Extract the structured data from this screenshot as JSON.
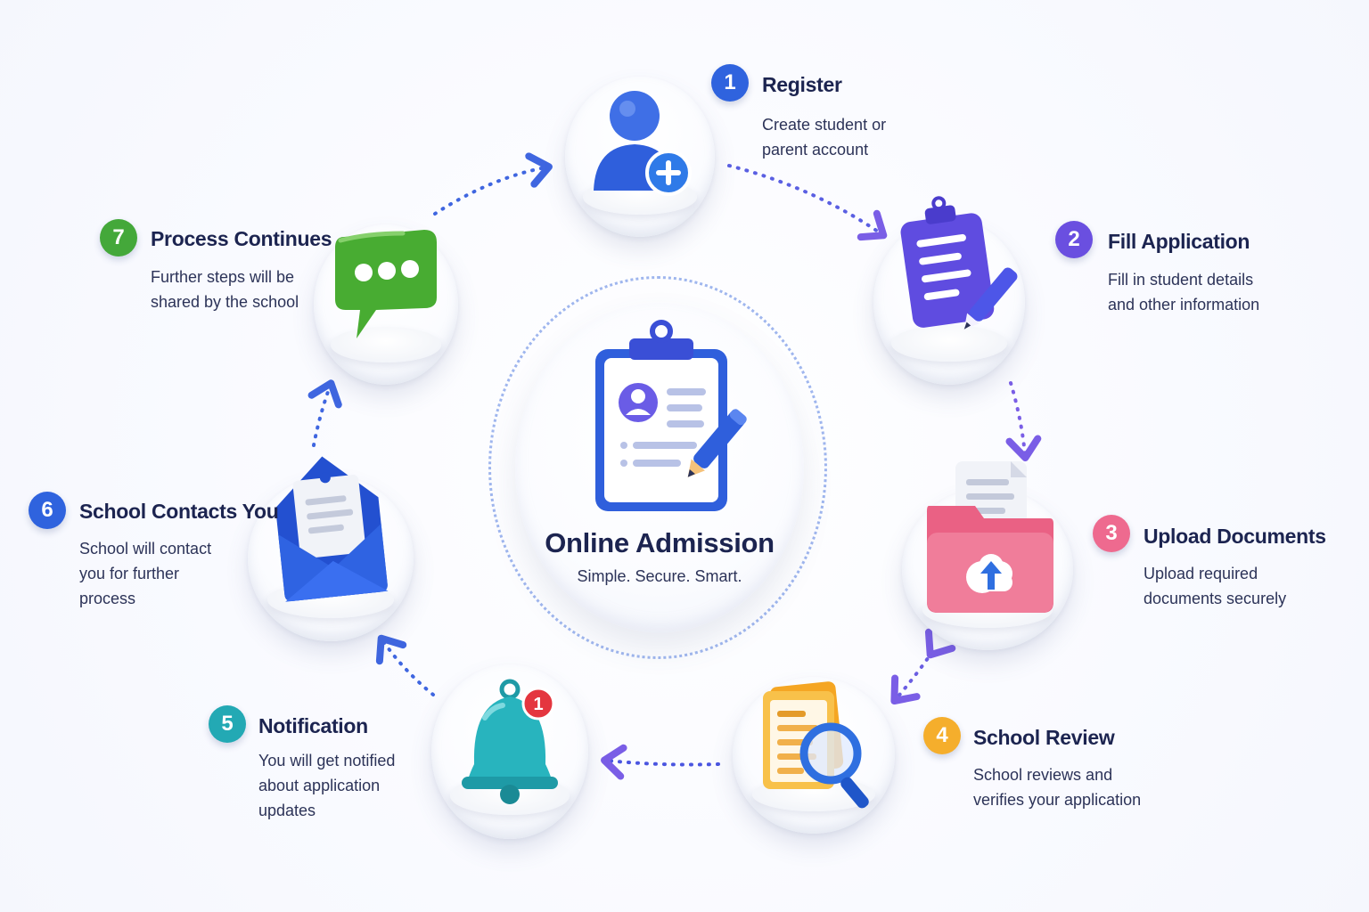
{
  "center": {
    "title": "Online Admission",
    "subtitle": "Simple. Secure. Smart.",
    "icon": "clipboard-profile-pencil-icon"
  },
  "steps": [
    {
      "number": "1",
      "title": "Register",
      "desc": [
        "Create student or",
        "parent account"
      ],
      "color": "#2f63de",
      "icon": "user-add-icon"
    },
    {
      "number": "2",
      "title": "Fill Application",
      "desc": [
        "Fill in student details",
        "and other information"
      ],
      "color": "#6a4fe0",
      "icon": "clipboard-form-icon"
    },
    {
      "number": "3",
      "title": "Upload Documents",
      "desc": [
        "Upload required",
        "documents securely"
      ],
      "color": "#ee6a8f",
      "icon": "folder-upload-icon"
    },
    {
      "number": "4",
      "title": "School Review",
      "desc": [
        "School reviews and",
        "verifies your application"
      ],
      "color": "#f5ae2c",
      "icon": "document-magnifier-icon"
    },
    {
      "number": "5",
      "title": "Notification",
      "desc": [
        "You will get notified",
        "about application",
        "updates"
      ],
      "color": "#23a9b4",
      "icon": "bell-icon",
      "badge": "1"
    },
    {
      "number": "6",
      "title": "School Contacts You",
      "desc": [
        "School will contact",
        "you for further",
        "process"
      ],
      "color": "#2f63de",
      "icon": "envelope-letter-icon"
    },
    {
      "number": "7",
      "title": "Process Continues",
      "desc": [
        "Further steps will be",
        "shared by the school"
      ],
      "color": "#44a83a",
      "icon": "chat-bubble-icon"
    }
  ]
}
